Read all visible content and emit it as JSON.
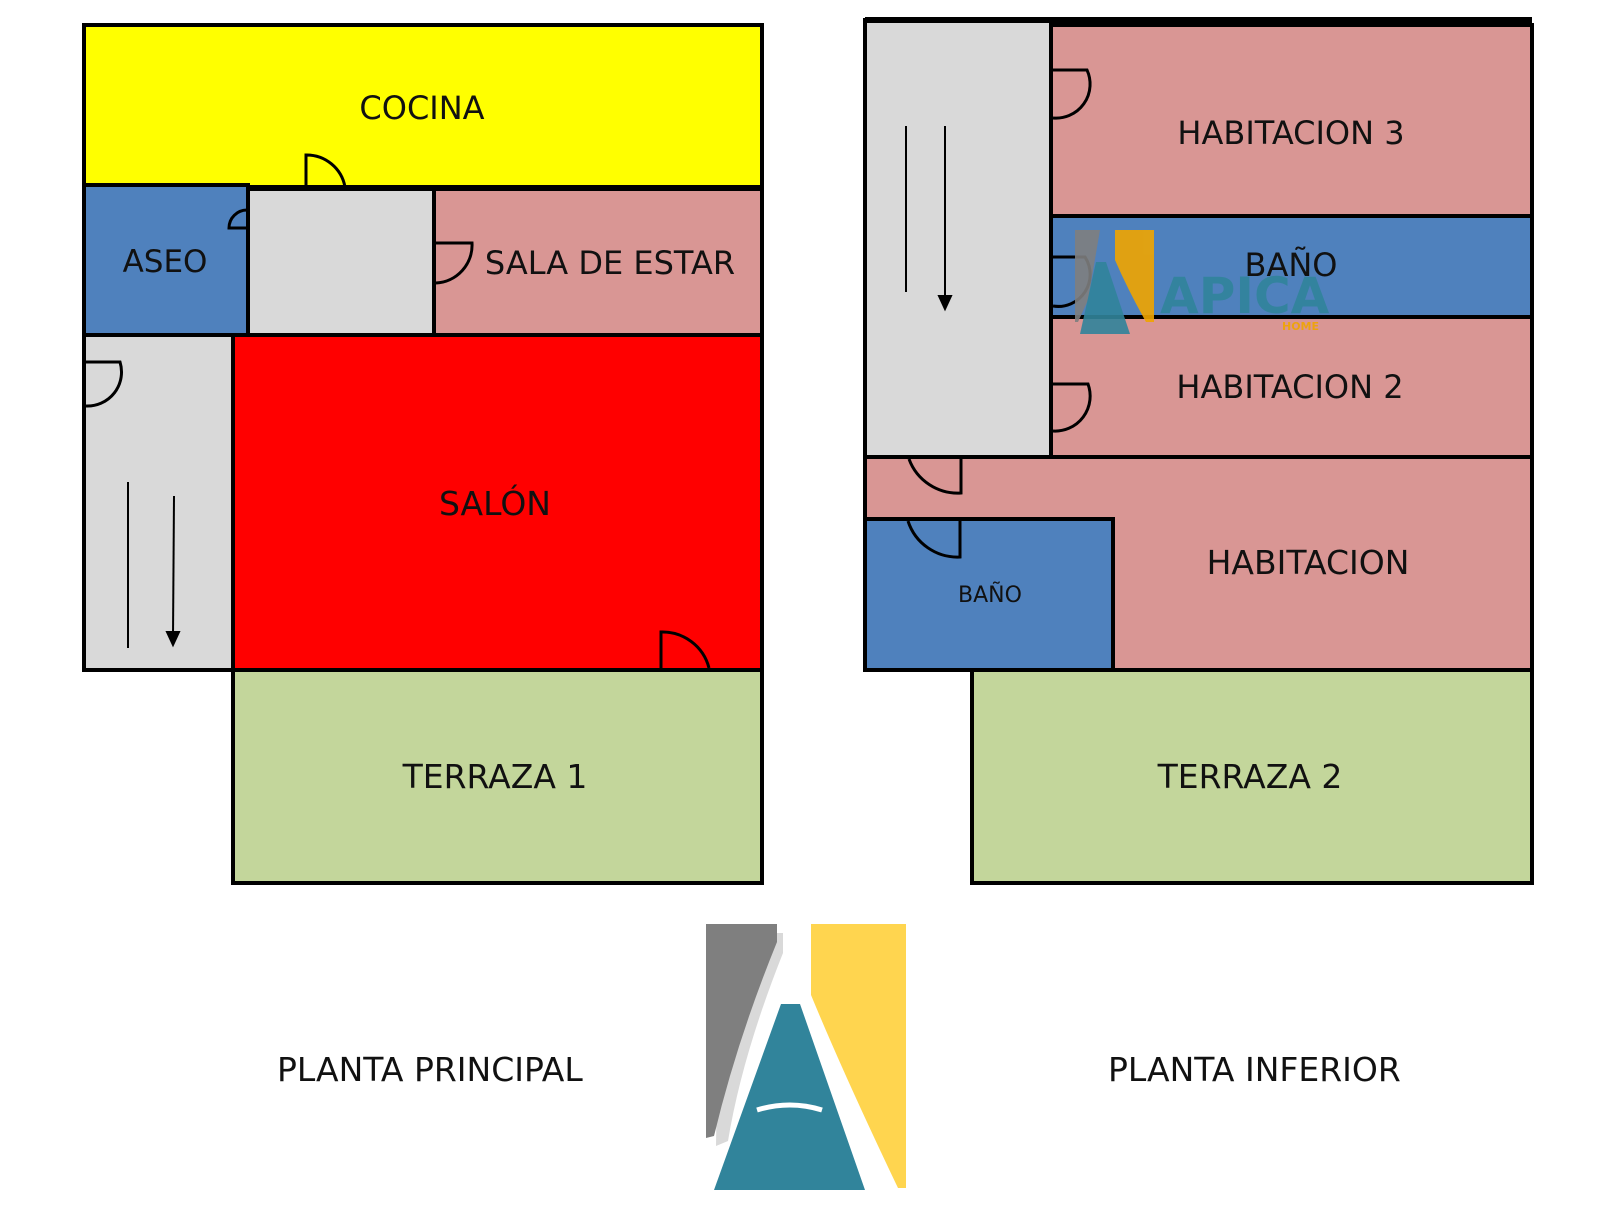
{
  "colors": {
    "kitchen": "#ffff00",
    "bathroom": "#4f81bd",
    "hall": "#d9d9d9",
    "bedroom": "#d99694",
    "living_room": "#ff0000",
    "terrace": "#c3d69b",
    "wall": "#000000",
    "logo_grey": "#7f7f7f",
    "logo_yellow": "#ffd54f",
    "logo_teal": "#31849b"
  },
  "planta_principal": {
    "caption": "PLANTA PRINCIPAL",
    "rooms": {
      "cocina": "COCINA",
      "aseo": "ASEO",
      "sala_de_estar": "SALA DE ESTAR",
      "salon": "SALÓN",
      "terraza": "TERRAZA 1"
    }
  },
  "planta_inferior": {
    "caption": "PLANTA INFERIOR",
    "rooms": {
      "habitacion_3": "HABITACION 3",
      "bano_1": "BAÑO",
      "habitacion_2": "HABITACION 2",
      "habitacion": "HABITACION",
      "bano_2": "BAÑO",
      "terraza": "TERRAZA 2"
    }
  },
  "watermark": {
    "brand": "APICA",
    "sub": "HOME",
    "icon": "apica-logo-icon"
  },
  "logo": {
    "icon": "apica-logo-icon"
  }
}
